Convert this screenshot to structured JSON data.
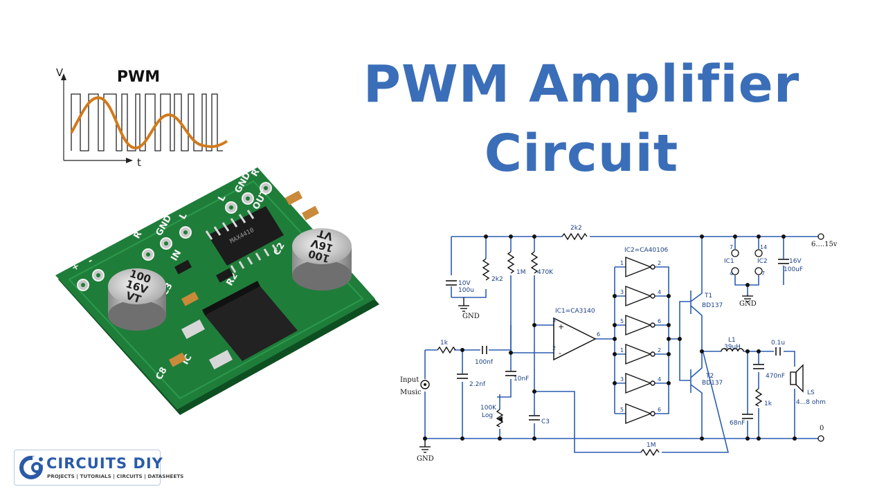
{
  "title": {
    "line1": "PWM Amplifier",
    "line2": "Circuit"
  },
  "pwm_graph": {
    "title": "PWM",
    "y_axis": "V",
    "x_axis": "t"
  },
  "board": {
    "silk_labels": [
      "+",
      "-",
      "R",
      "GND",
      "L",
      "IN",
      "R",
      "GND",
      "L",
      "OUT",
      "C2",
      "C3",
      "C8",
      "IC",
      "R2",
      "MAX4410"
    ],
    "cap_left_value": "100",
    "cap_left_voltage": "16V",
    "cap_left_code": "VT",
    "cap_right_value": "100",
    "cap_right_voltage": "16V",
    "cap_right_code": "VT"
  },
  "schematic": {
    "supply": "6....15v",
    "zero": "0",
    "gnd_labels": [
      "GND",
      "GND",
      "GND"
    ],
    "input_label_1": "Input",
    "input_label_2": "Music",
    "r_1k_in": "1k",
    "c_100nf": "100nf",
    "c_2n2": "2.2nf",
    "c_10nf": "10nF",
    "pot": "100K",
    "pot_log": "Log",
    "c3": "C3",
    "r_2k2_top": "2k2",
    "r_2k2_left": "2k2",
    "r_1m": "1M",
    "r_470k": "470K",
    "c_10v": "10V",
    "c_100u": "100u",
    "ic1": "IC1=CA3140",
    "ic2": "IC2=CA40106",
    "opamp_pins": [
      "3",
      "2",
      "6"
    ],
    "inverter_pins": [
      [
        "1",
        "2"
      ],
      [
        "3",
        "4"
      ],
      [
        "5",
        "6"
      ],
      [
        "1",
        "2"
      ],
      [
        "3",
        "4"
      ],
      [
        "5",
        "6"
      ]
    ],
    "t1": "T1",
    "t1_type": "BD137",
    "t2": "T2",
    "t2_type": "BD137",
    "l1": "L1",
    "l1_value": "39uH",
    "c_01u": "0.1u",
    "c_470nf": "470nF",
    "r_1k_out": "1k",
    "c_68nf": "68nF",
    "ls": "LS",
    "ls_value": "4...8 ohm",
    "r_1m_fb": "1M",
    "pwr_ic1": "IC1",
    "pwr_ic2": "IC2",
    "pwr_pins": [
      "7",
      "14",
      "4",
      "7"
    ],
    "c_16v": "16V",
    "c_100uf": "100uF"
  },
  "logo": {
    "name": "CIRCUITS DIY",
    "tagline": "PROJECTS | TUTORIALS | CIRCUITS | DATASHEETS"
  },
  "colors": {
    "title": "#3b6eb8",
    "wire": "#2a5cb0",
    "pwm_wave": "#d17a1b",
    "pcb": "#1f7d3a",
    "logo": "#2a5aa8"
  }
}
